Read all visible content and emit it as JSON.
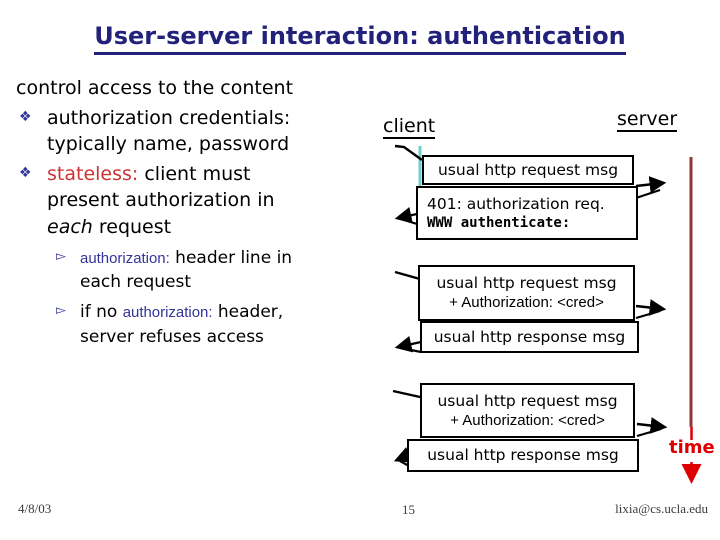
{
  "slide": {
    "title": "User-server interaction: authentication",
    "footer": {
      "date": "4/8/03",
      "page_number": "15",
      "email": "lixia@cs.ucla.edu"
    }
  },
  "content": {
    "intro": "control access to the content",
    "bullet_glyph": "❖",
    "sub_bullet_glyph": "▻",
    "bullet1": {
      "line1": "authorization credentials:",
      "line2": "typically name, password"
    },
    "bullet2": {
      "keyword": "stateless:",
      "line1_rest": " client must",
      "line2": "present authorization in",
      "line3_italic": "each",
      "line3_rest": " request"
    },
    "sub1": {
      "code": "authorization:",
      "line1_rest": " header line in",
      "line2": "each request"
    },
    "sub2": {
      "line1_pre": "if no ",
      "code": "authorization:",
      "line1_rest": " header,",
      "line2": "server refuses access"
    }
  },
  "diagram": {
    "client_label": "client",
    "server_label": "server",
    "time_label": "time",
    "boxes": [
      {
        "line1": "usual http request msg"
      },
      {
        "line1": "401: authorization req.",
        "line2": "WWW authenticate:"
      },
      {
        "line1": "usual http request msg",
        "line2": "+ Authorization: <cred>"
      },
      {
        "line1": "usual http response msg"
      },
      {
        "line1": "usual http request msg",
        "line2": "+ Authorization: <cred>"
      },
      {
        "line1": "usual http response msg"
      }
    ]
  },
  "colors": {
    "title_navy": "#22227a",
    "accent_navy": "#333399",
    "keyword_red": "#cc3333",
    "time_red": "#dd0000",
    "server_line_maroon": "#943634",
    "client_line_teal": "#6ecece"
  }
}
